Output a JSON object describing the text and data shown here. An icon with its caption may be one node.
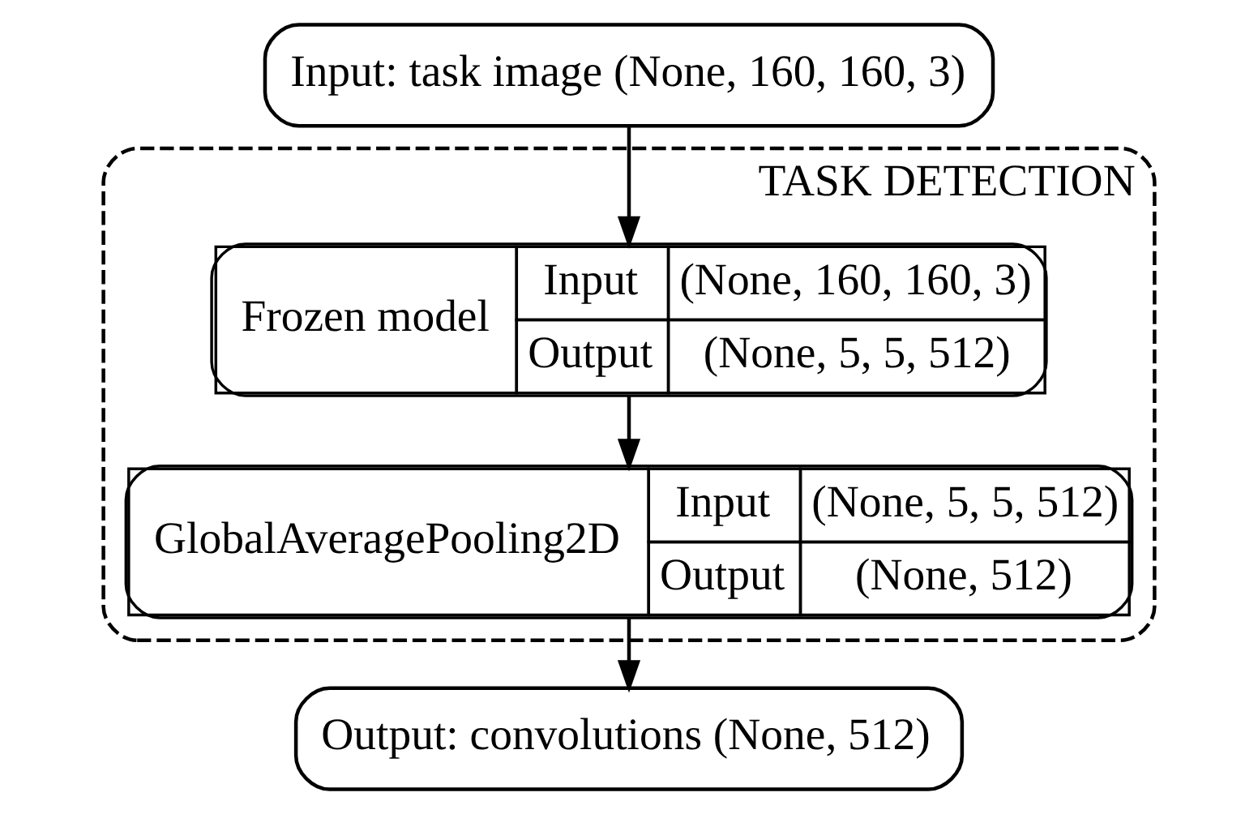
{
  "diagram": {
    "nodes": [
      {
        "text": [
          "Input: task image (None, 160, 160, 3)"
        ]
      },
      {
        "text": [
          "TASK DETECTION"
        ]
      },
      {
        "text": [
          "Frozen model",
          "Input",
          "(None, 160, 160, 3)",
          "Output",
          "(None, 5, 5, 512)"
        ],
        "in": 1
      },
      {
        "text": [
          "GlobalAveragePooling2D",
          "Input",
          "(None, 5, 5, 512)",
          "Output",
          "(None, 512)"
        ],
        "in": 1
      },
      {
        "text": [
          "Output: convolutions (None, 512)"
        ]
      }
    ],
    "edges": [
      {
        "from": 0,
        "to": 2,
        "arrow": "to"
      },
      {
        "from": 2,
        "to": 3,
        "arrow": "to"
      },
      {
        "from": 3,
        "to": 4,
        "arrow": "to"
      }
    ]
  }
}
